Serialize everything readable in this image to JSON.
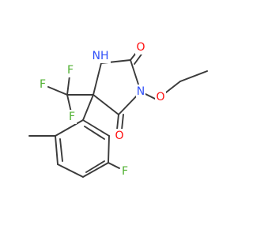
{
  "molecule": {
    "atoms": {
      "nh": "NH",
      "n": "N",
      "o_upper_carbonyl": "O",
      "o_lower_carbonyl": "O",
      "o_ether": "O",
      "f1": "F",
      "f2": "F",
      "f3": "F",
      "f_ring": "F"
    },
    "colors": {
      "bond": "#3a3a3a",
      "nitrogen": "#3050f8",
      "oxygen": "#ff0d0d",
      "fluorine": "#4fb030"
    }
  }
}
